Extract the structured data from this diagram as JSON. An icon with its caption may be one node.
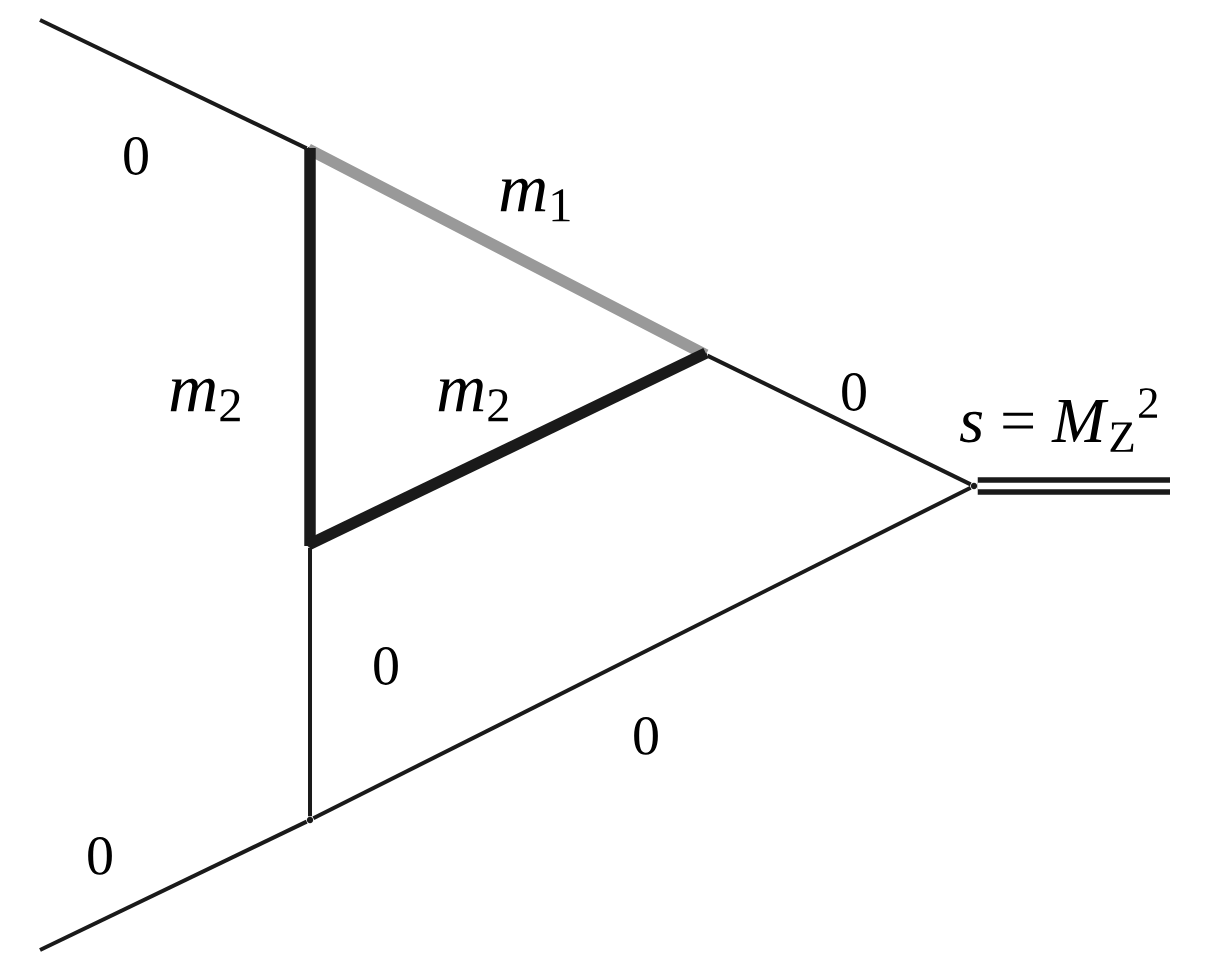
{
  "diagram": {
    "nodes": [
      {
        "text": [],
        "shape": "point"
      },
      {
        "text": [],
        "shape": "point"
      },
      {
        "text": [],
        "shape": "point"
      },
      {
        "text": [],
        "shape": "point"
      },
      {
        "text": [],
        "shape": "point"
      }
    ],
    "edges": [
      {
        "from": null,
        "to": 0,
        "arrow": "none",
        "label": "0"
      },
      {
        "from": 0,
        "to": 1,
        "arrow": "none",
        "label": "*m*$_{1}$",
        "style": "thick",
        "color": "#999999"
      },
      {
        "from": 0,
        "to": 3,
        "arrow": "none",
        "label": "*m*$_{2}$",
        "style": "thick"
      },
      {
        "from": 3,
        "to": 1,
        "arrow": "none",
        "label": "*m*$_{2}$",
        "style": "thick"
      },
      {
        "from": 1,
        "to": 2,
        "arrow": "none",
        "label": "0"
      },
      {
        "from": 2,
        "to": null,
        "arrow": "none",
        "label": "*s* = *M*$_{Z}$$^{2}$",
        "style": "thick"
      },
      {
        "from": 3,
        "to": 4,
        "arrow": "none",
        "label": "0"
      },
      {
        "from": 4,
        "to": 2,
        "arrow": "none",
        "label": "0"
      },
      {
        "from": null,
        "to": 4,
        "arrow": "none",
        "label": "0"
      }
    ]
  }
}
